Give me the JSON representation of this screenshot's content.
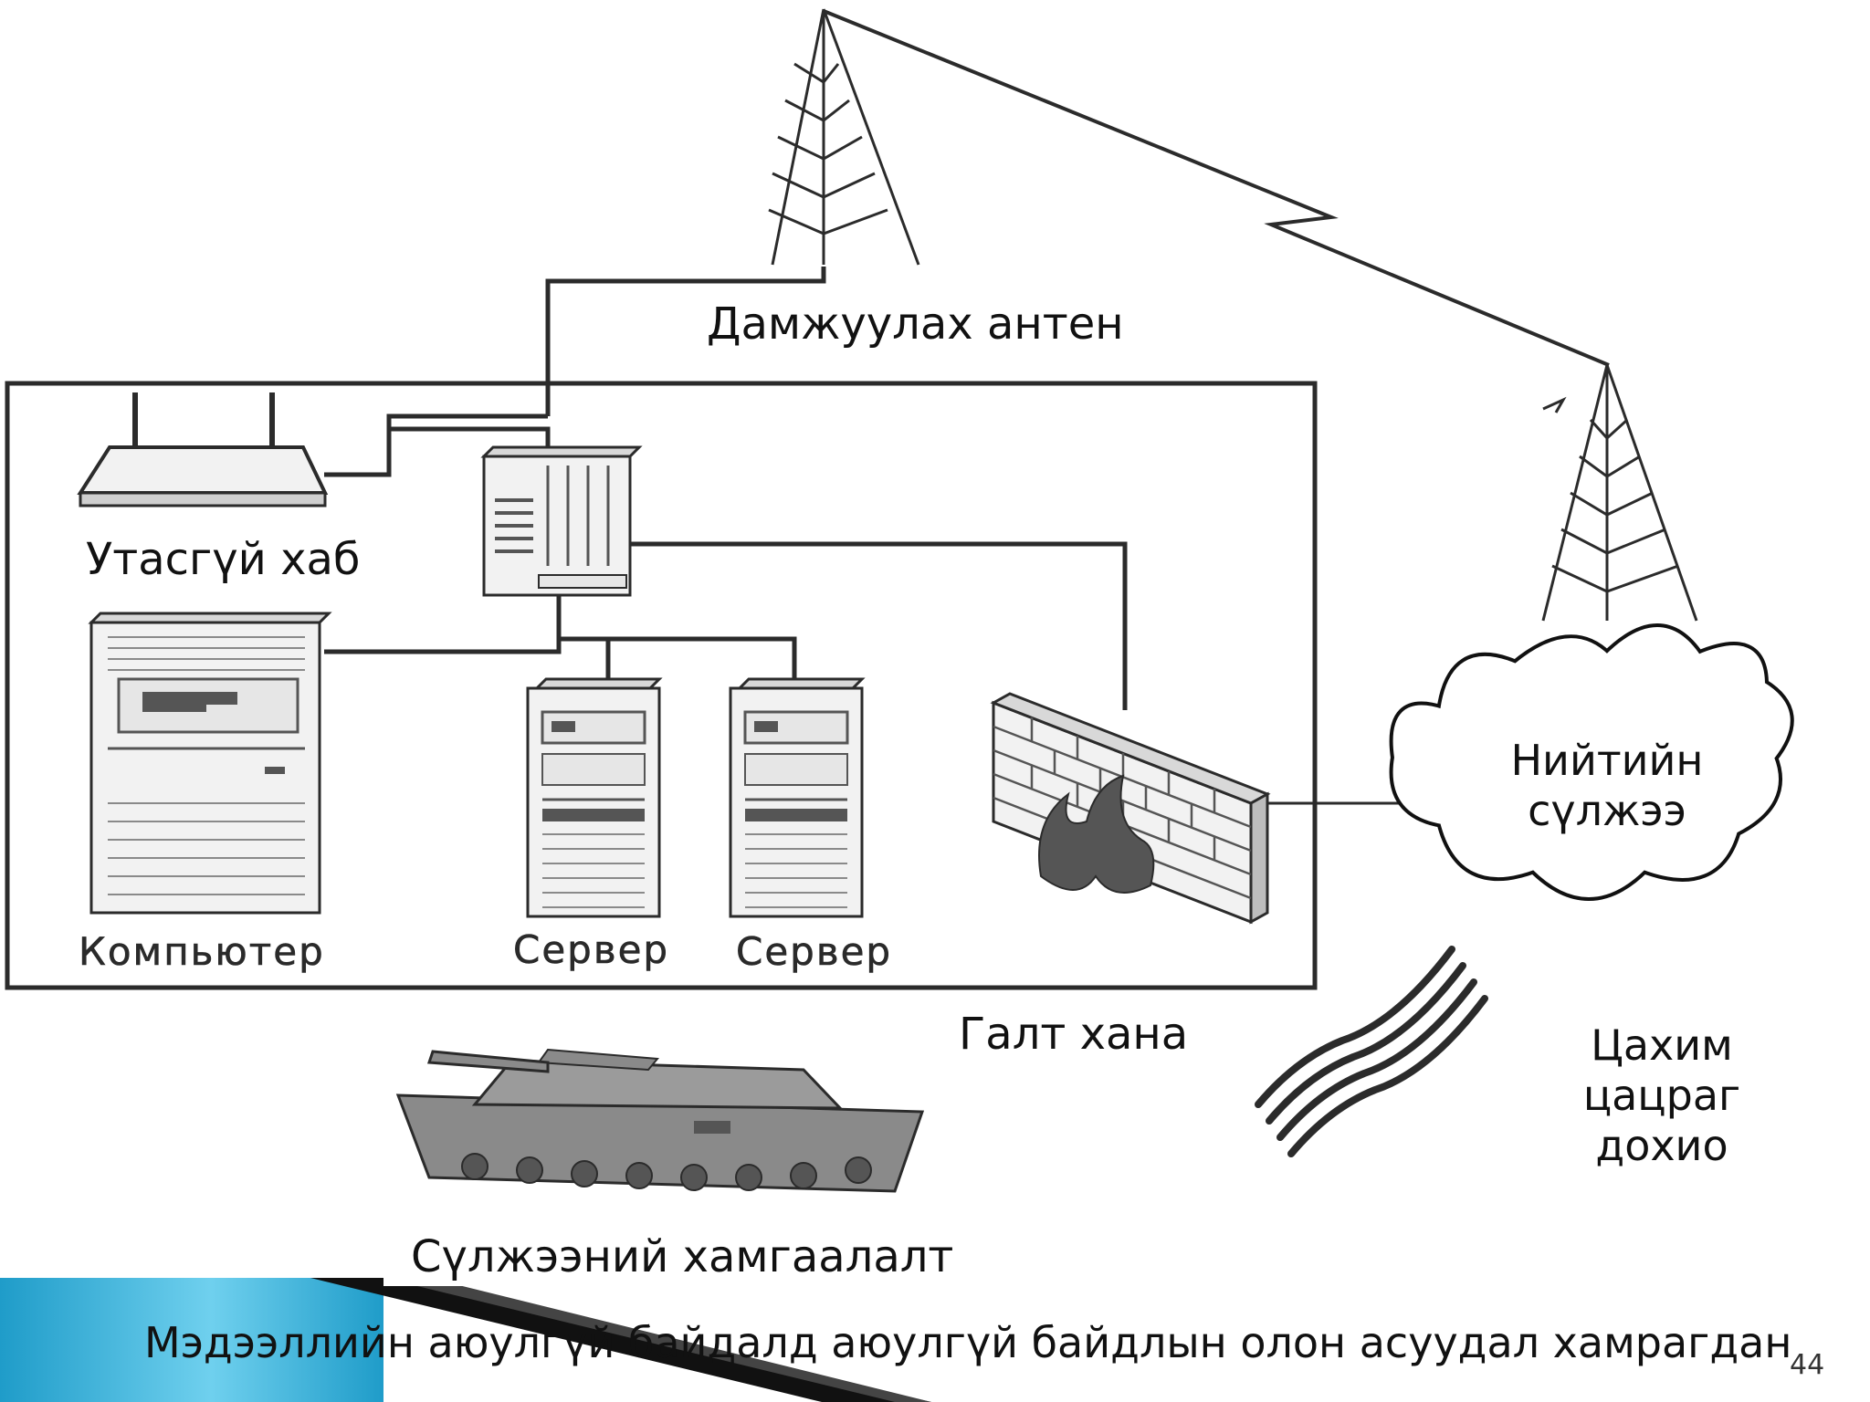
{
  "labels": {
    "antenna": "Дамжуулах антен",
    "wireless_hub": "Утасгүй хаб",
    "computer": "Компьютер",
    "server_1": "Сервер",
    "server_2": "Сервер",
    "firewall": "Галт хана",
    "public_network_line1": "Нийтийн",
    "public_network_line2": "сүлжээ",
    "signal_line1": "Цахим",
    "signal_line2": "цацраг",
    "signal_line3": "дохио",
    "network_protection": "Сүлжээний хамгаалалт"
  },
  "footer": {
    "text": "Мэдээллийн аюулгүй байдалд аюулгүй байдлын олон асуудал хамрагдан",
    "page_number": "44"
  },
  "colors": {
    "line": "#2b2b2b",
    "device_fill": "#f2f2f2",
    "device_dark": "#555555",
    "footer_blue": "#1f9cc9",
    "tank": "#8a8a8a"
  }
}
